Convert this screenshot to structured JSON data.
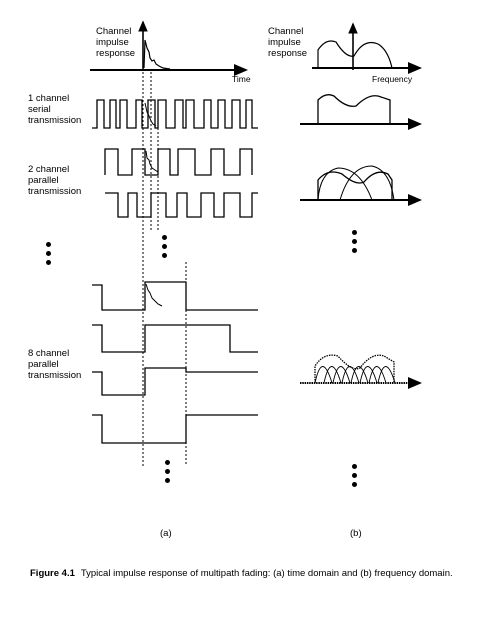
{
  "labels": {
    "time_plot_title": "Channel\nimpulse\nresponse",
    "time_axis": "Time",
    "freq_plot_title": "Channel\nimpulse\nresponse",
    "freq_axis": "Frequency",
    "serial": "1 channel\nserial\ntransmission",
    "two_channel": "2 channel\nparallel\ntransmission",
    "eight_channel": "8 channel\nparallel\ntransmission",
    "sub_a": "(a)",
    "sub_b": "(b)"
  },
  "caption": {
    "number": "Figure 4.1",
    "text": "Typical impulse response of multipath fading: (a) time domain and (b) frequency domain."
  }
}
